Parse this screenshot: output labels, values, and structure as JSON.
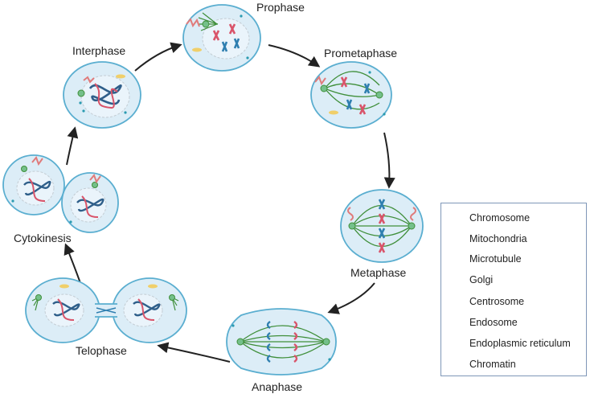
{
  "stages": {
    "prophase": "Prophase",
    "prometaphase": "Prometaphase",
    "metaphase": "Metaphase",
    "anaphase": "Anaphase",
    "telophase": "Telophase",
    "cytokinesis": "Cytokinesis",
    "interphase": "Interphase"
  },
  "legend": {
    "items": [
      {
        "label": "Chromosome",
        "icon": "chromosome-icon"
      },
      {
        "label": "Mitochondria",
        "icon": "mitochondria-icon"
      },
      {
        "label": "Microtubule",
        "icon": "microtubule-icon"
      },
      {
        "label": "Golgi",
        "icon": "golgi-icon"
      },
      {
        "label": "Centrosome",
        "icon": "centrosome-icon"
      },
      {
        "label": "Endosome",
        "icon": "endosome-icon"
      },
      {
        "label": "Endoplasmic reticulum",
        "icon": "er-icon"
      },
      {
        "label": "Chromatin",
        "icon": "chromatin-icon"
      }
    ]
  },
  "colors": {
    "cell_fill": "#dcedf7",
    "cell_stroke": "#5aaed0",
    "nucleus_fill": "#eaf4fb",
    "chromosome_red": "#d9546a",
    "chromosome_blue": "#2f7fb0",
    "microtubule": "#3f8f3a",
    "golgi": "#e07b7b",
    "mitochondria": "#f0cf6a",
    "endosome": "#2a9bb0",
    "er": "#b9c4cc",
    "arrow": "#222222",
    "legend_border": "#7f97b8"
  }
}
